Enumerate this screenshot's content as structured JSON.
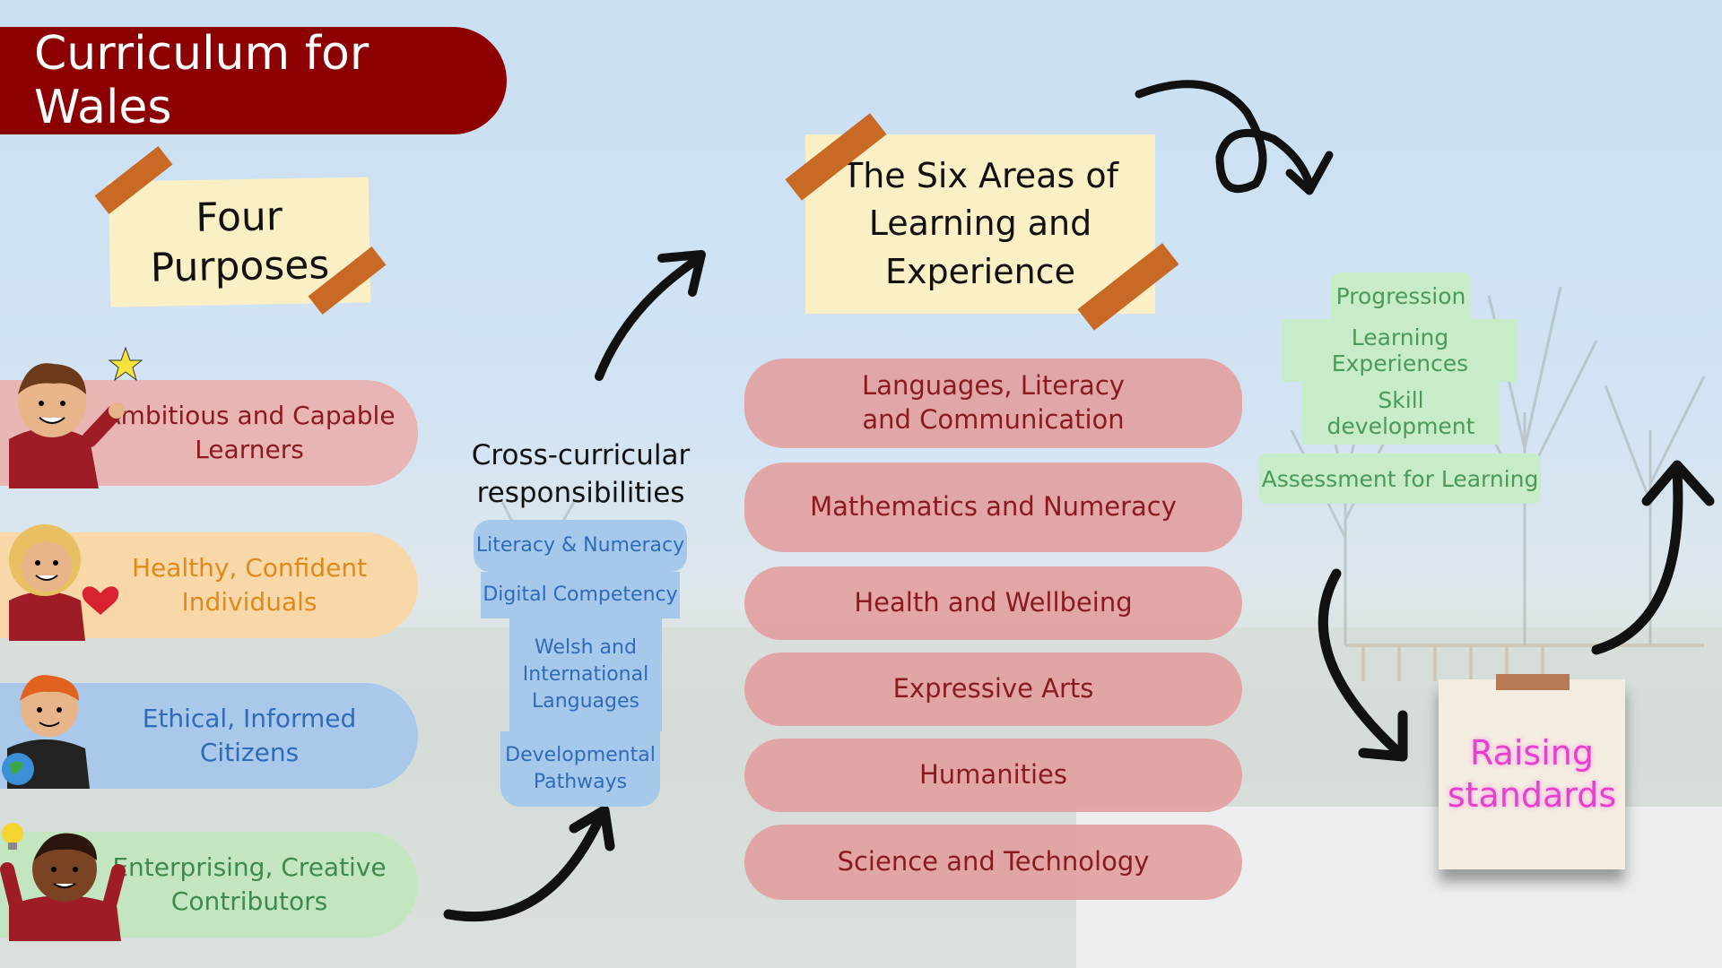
{
  "title": "Curriculum for Wales",
  "four_purposes": {
    "heading_line1": "Four",
    "heading_line2": "Purposes",
    "items": [
      {
        "label": "Ambitious and Capable Learners",
        "color": "#e8b4b4",
        "text_color": "#8a1a1f"
      },
      {
        "label": "Healthy, Confident Individuals",
        "color": "#f8d7a8",
        "text_color": "#e08a1a"
      },
      {
        "label": "Ethical, Informed Citizens",
        "color": "#a9c8ea",
        "text_color": "#2e6bb8"
      },
      {
        "label": "Enterprising, Creative Contributors",
        "color": "#c3e6c0",
        "text_color": "#3e8a4a"
      }
    ]
  },
  "cross_curricular": {
    "heading_line1": "Cross-curricular",
    "heading_line2": "responsibilities",
    "items": [
      "Literacy & Numeracy",
      "Digital Competency",
      "Welsh and International Languages",
      "Developmental Pathways"
    ]
  },
  "six_areas": {
    "heading_line1": "The Six Areas of",
    "heading_line2": "Learning and",
    "heading_line3": "Experience",
    "items": [
      "Languages, Literacy and Communication",
      "Mathematics and Numeracy",
      "Health and Wellbeing",
      "Expressive Arts",
      "Humanities",
      "Science and Technology"
    ]
  },
  "stack": [
    "Progression",
    "Learning Experiences",
    "Skill development",
    "Assessment for Learning"
  ],
  "raising": {
    "line1": "Raising",
    "line2": "standards",
    "color": "#e83fd0"
  },
  "colors": {
    "banner": "#8c0002",
    "note": "#fbefc6",
    "tape": "#c86a26",
    "area": "#e29ea0"
  }
}
